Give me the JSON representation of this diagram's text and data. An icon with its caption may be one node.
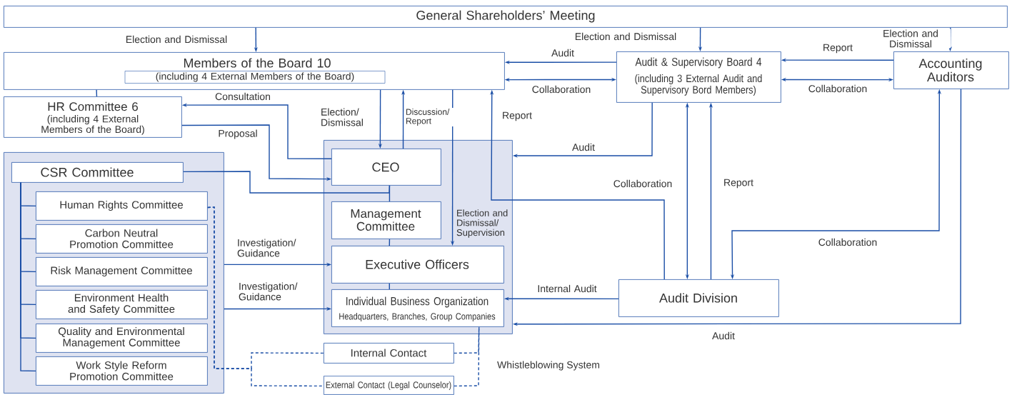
{
  "diagram": {
    "nodes": [
      {
        "text": [
          "General Shareholders’ Meeting"
        ]
      },
      {
        "text": [
          "Members of the Board 10",
          "(including 4 External Members of the Board)"
        ]
      },
      {
        "text": [
          "Audit & Supervisory Board 4",
          "(including 3 External Audit and Supervisory Bord Members)"
        ]
      },
      {
        "text": [
          "Accounting Auditors"
        ]
      },
      {
        "text": [
          "HR Committee 6",
          "(including 4 External Members of the Board)"
        ]
      },
      {
        "text": [],
        "shape": "box"
      },
      {
        "text": [
          "CSR Committee"
        ],
        "in": 5
      },
      {
        "text": [
          "Human Rights Committee"
        ],
        "in": 5
      },
      {
        "text": [
          "Carbon Neutral Promotion Committee"
        ],
        "in": 5
      },
      {
        "text": [
          "Risk Management Committee"
        ],
        "in": 5
      },
      {
        "text": [
          "Environment Health and Safety Committee"
        ],
        "in": 5
      },
      {
        "text": [
          "Quality and Environmental Management Committee"
        ],
        "in": 5
      },
      {
        "text": [
          "Work Style Reform Promotion Committee"
        ],
        "in": 5
      },
      {
        "text": [],
        "shape": "box"
      },
      {
        "text": [
          "CEO"
        ],
        "in": 13
      },
      {
        "text": [
          "Management Committee"
        ],
        "in": 13
      },
      {
        "text": [
          "Executive Officers"
        ],
        "in": 13
      },
      {
        "text": [
          "Individual Business Organization",
          "Headquarters, Branches, Group Companies"
        ],
        "in": 13
      },
      {
        "text": [
          "Internal Contact"
        ]
      },
      {
        "text": [
          "External Contact (Legal Counselor)"
        ]
      },
      {
        "text": [
          "Audit Division"
        ]
      }
    ],
    "edges": [
      {
        "from": 0,
        "to": 1,
        "arrow": "to",
        "label": "Election and Dismissal"
      },
      {
        "from": 0,
        "to": 2,
        "arrow": "to",
        "label": "Election and Dismissal"
      },
      {
        "from": 0,
        "to": 3,
        "arrow": "to",
        "label": "Election and Dismissal"
      },
      {
        "from": 2,
        "to": 1,
        "arrow": "to",
        "label": "Audit"
      },
      {
        "from": 1,
        "to": 2,
        "arrow": "both",
        "label": "Collaboration"
      },
      {
        "from": 3,
        "to": 2,
        "arrow": "to",
        "label": "Report"
      },
      {
        "from": 2,
        "to": 3,
        "arrow": "both",
        "label": "Collaboration"
      },
      {
        "from": 1,
        "to": 14,
        "arrow": "to",
        "label": "Election/ Dismissal"
      },
      {
        "from": 14,
        "to": 1,
        "arrow": "to",
        "label": "Discussion/ Report"
      },
      {
        "from": 1,
        "to": 16,
        "arrow": "to",
        "label": "Election and Dismissal/ Supervision"
      },
      {
        "from": 20,
        "to": 1,
        "arrow": "to",
        "label": "Report"
      },
      {
        "from": 1,
        "to": 4,
        "arrow": "none"
      },
      {
        "from": 14,
        "to": 4,
        "arrow": "to",
        "label": "Consultation"
      },
      {
        "from": 4,
        "to": 14,
        "arrow": "to",
        "label": "Proposal"
      },
      {
        "from": 6,
        "to": 14,
        "arrow": "none"
      },
      {
        "from": 14,
        "to": 15,
        "arrow": "none"
      },
      {
        "from": 15,
        "to": 16,
        "arrow": "none"
      },
      {
        "from": 16,
        "to": 17,
        "arrow": "none"
      },
      {
        "from": 6,
        "to": 7,
        "arrow": "none"
      },
      {
        "from": 6,
        "to": 8,
        "arrow": "none"
      },
      {
        "from": 6,
        "to": 9,
        "arrow": "none"
      },
      {
        "from": 6,
        "to": 10,
        "arrow": "none"
      },
      {
        "from": 6,
        "to": 11,
        "arrow": "none"
      },
      {
        "from": 6,
        "to": 12,
        "arrow": "none"
      },
      {
        "from": 5,
        "to": 16,
        "arrow": "to",
        "label": "Investigation/ Guidance"
      },
      {
        "from": 5,
        "to": 17,
        "arrow": "to",
        "label": "Investigation/ Guidance"
      },
      {
        "from": 2,
        "to": 13,
        "arrow": "to",
        "label": "Audit"
      },
      {
        "from": 2,
        "to": 20,
        "arrow": "both",
        "label": "Collaboration"
      },
      {
        "from": 20,
        "to": 2,
        "arrow": "to",
        "label": "Report"
      },
      {
        "from": 3,
        "to": 20,
        "arrow": "both",
        "label": "Collaboration"
      },
      {
        "from": 3,
        "to": 13,
        "arrow": "to",
        "label": "Audit"
      },
      {
        "from": 20,
        "to": 17,
        "arrow": "to",
        "label": "Internal Audit"
      },
      {
        "from": 7,
        "to": 18,
        "arrow": "none",
        "style": "dashed"
      },
      {
        "from": 7,
        "to": 19,
        "arrow": "none",
        "style": "dashed"
      },
      {
        "from": 18,
        "to": 17,
        "arrow": "none",
        "style": "dashed"
      },
      {
        "from": 19,
        "to": 17,
        "arrow": "none",
        "style": "dashed"
      }
    ],
    "labels": [
      "Whistleblowing System"
    ]
  }
}
